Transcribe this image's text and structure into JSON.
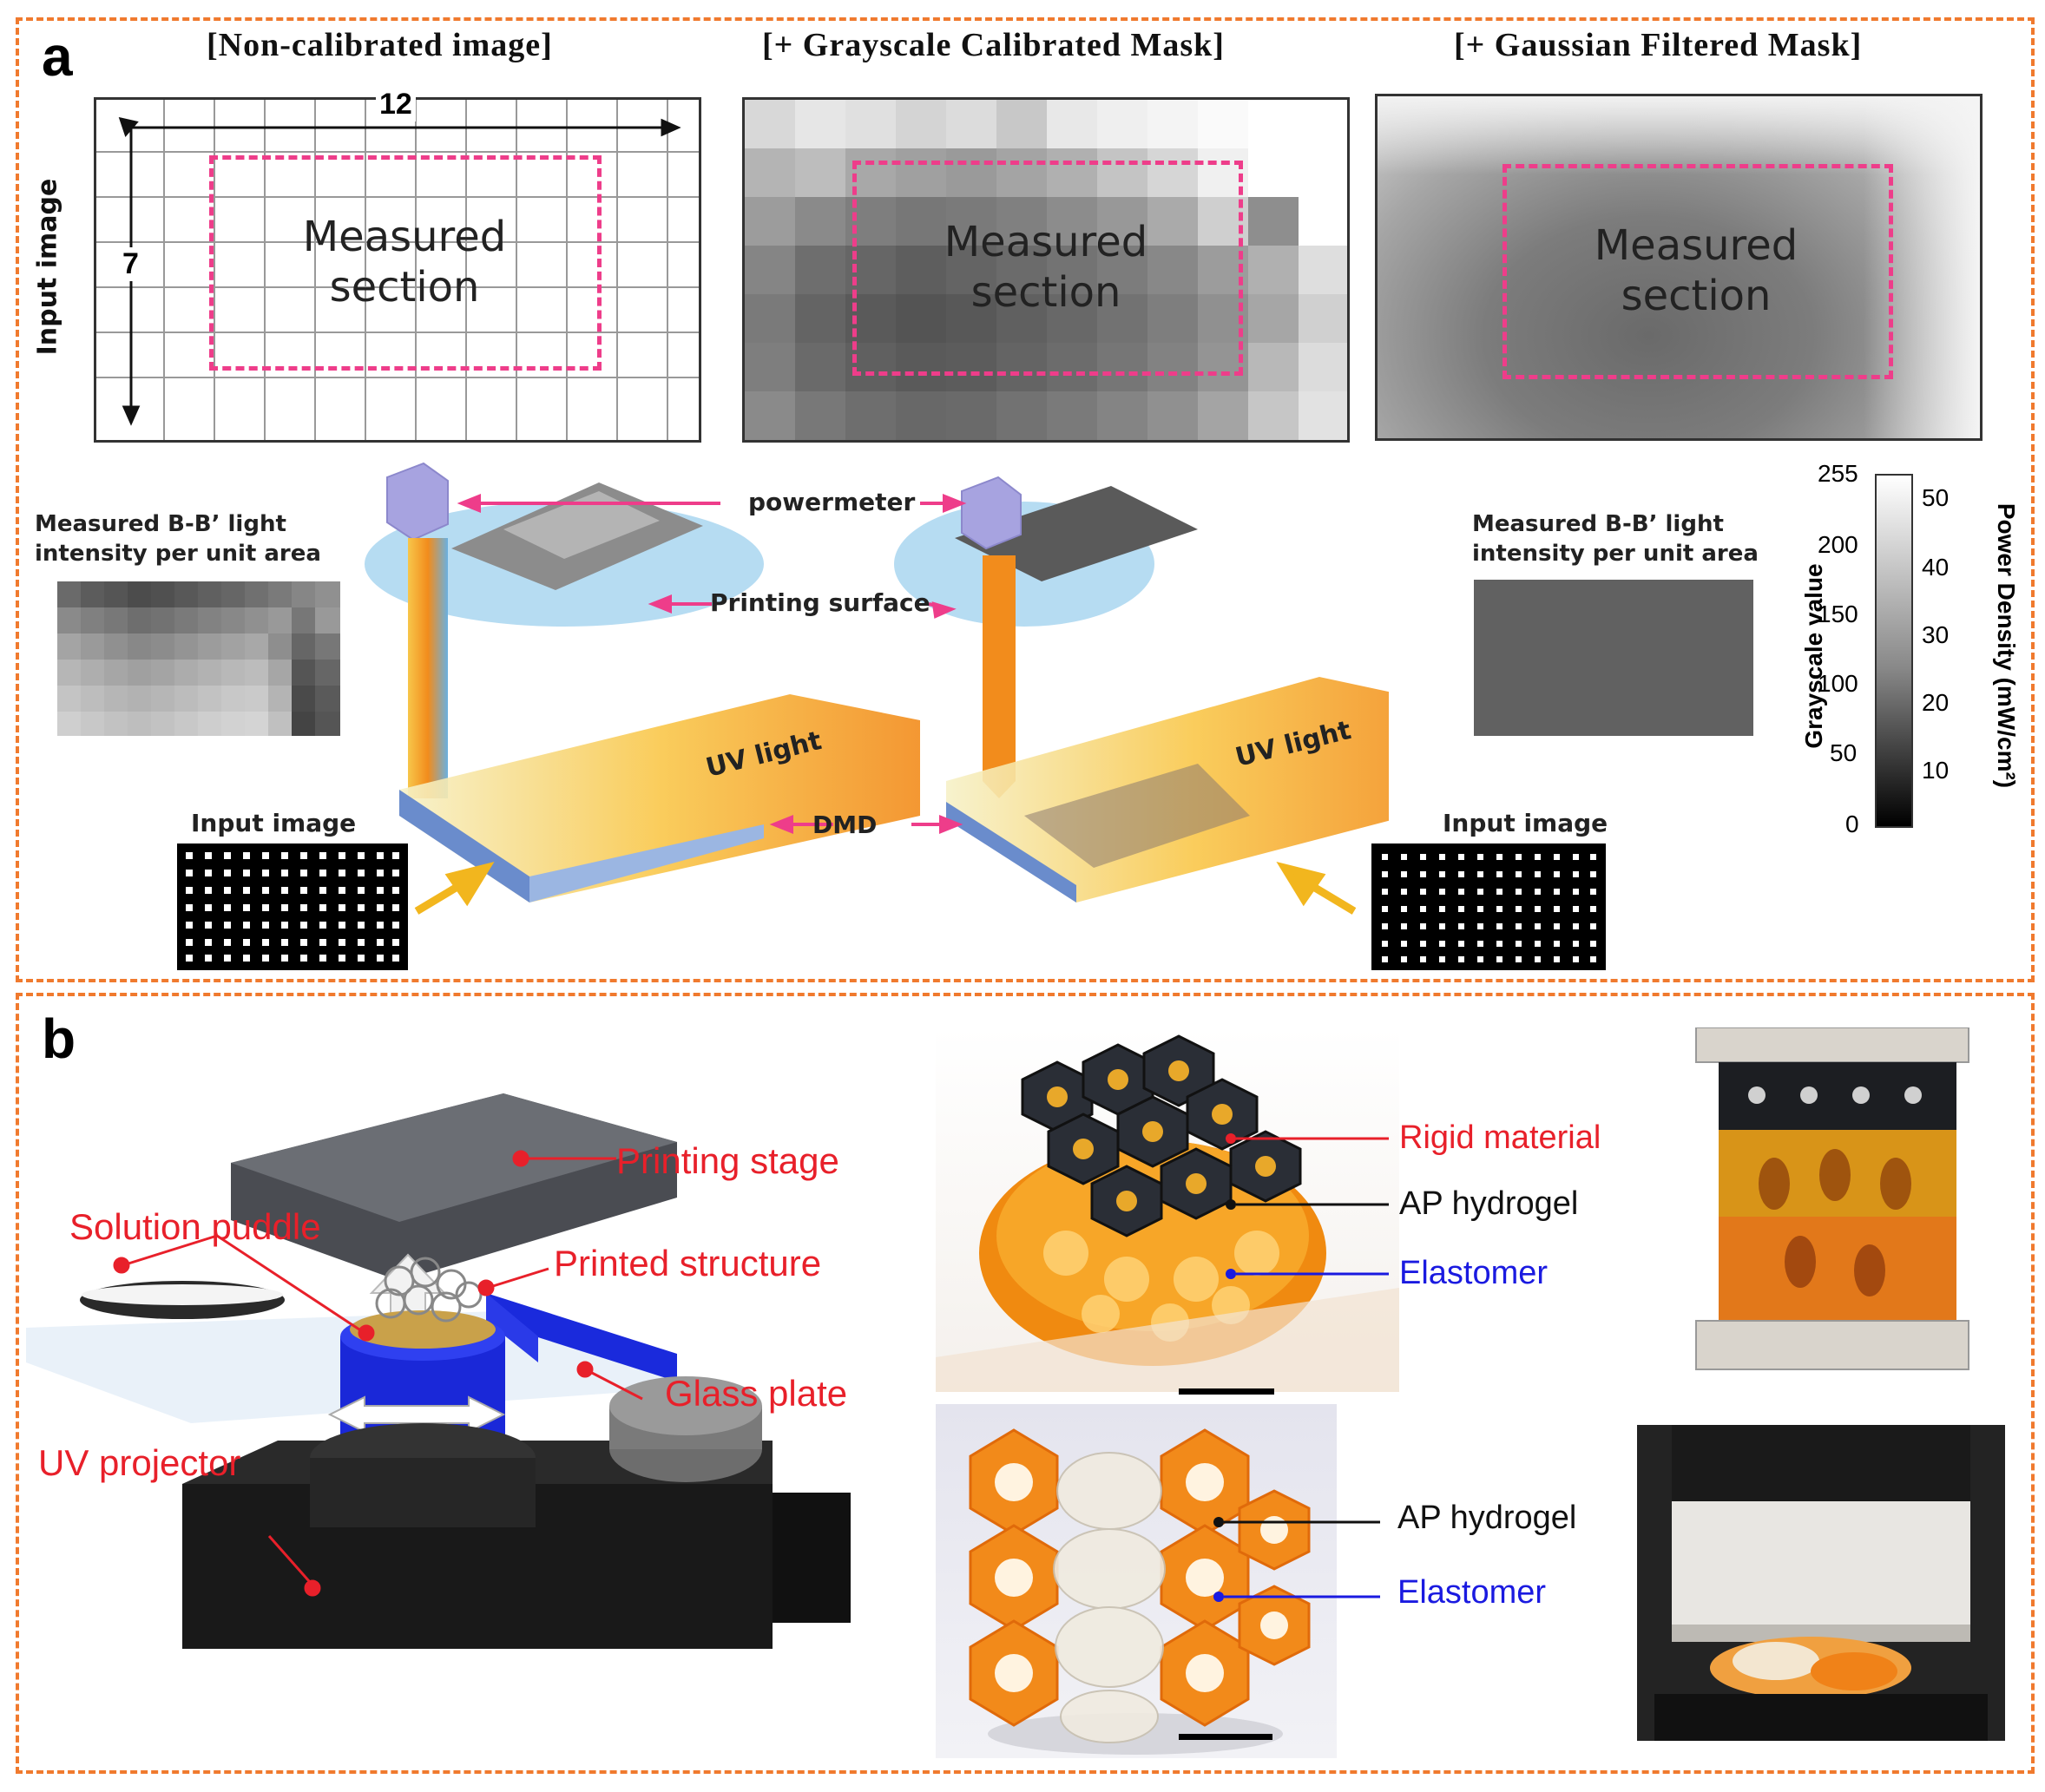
{
  "panel_a": {
    "letter": "a",
    "titles": [
      "[Non-calibrated image]",
      "[+ Grayscale Calibrated Mask]",
      "[+ Gaussian Filtered Mask]"
    ],
    "input_image_side": "Input image",
    "dim_width": "12",
    "dim_height": "7",
    "measured_section": "Measured section",
    "powermeter": "powermeter",
    "printing_surface": "Printing surface",
    "uv_light": "UV light",
    "dmd": "DMD",
    "input_image": "Input image",
    "measured_bb": "Measured B-B’ light intensity per unit area",
    "colorbar": {
      "grayscale_label": "Grayscale value",
      "power_label": "Power Density (mW/cm²)",
      "gray_ticks": [
        "255",
        "200",
        "150",
        "100",
        "50",
        "0"
      ],
      "power_ticks": [
        "50",
        "40",
        "30",
        "20",
        "10"
      ]
    }
  },
  "panel_b": {
    "letter": "b",
    "printing_stage": "Printing stage",
    "solution_puddle": "Solution puddle",
    "printed_structure": "Printed structure",
    "glass_plate": "Glass plate",
    "uv_projector": "UV projector",
    "rigid_material": "Rigid material",
    "ap_hydrogel": "AP hydrogel",
    "elastomer": "Elastomer"
  },
  "colors": {
    "frame": "#f07a2e",
    "dash": "#ee3d8a",
    "red": "#e8202a",
    "blue": "#1a1ae0"
  }
}
